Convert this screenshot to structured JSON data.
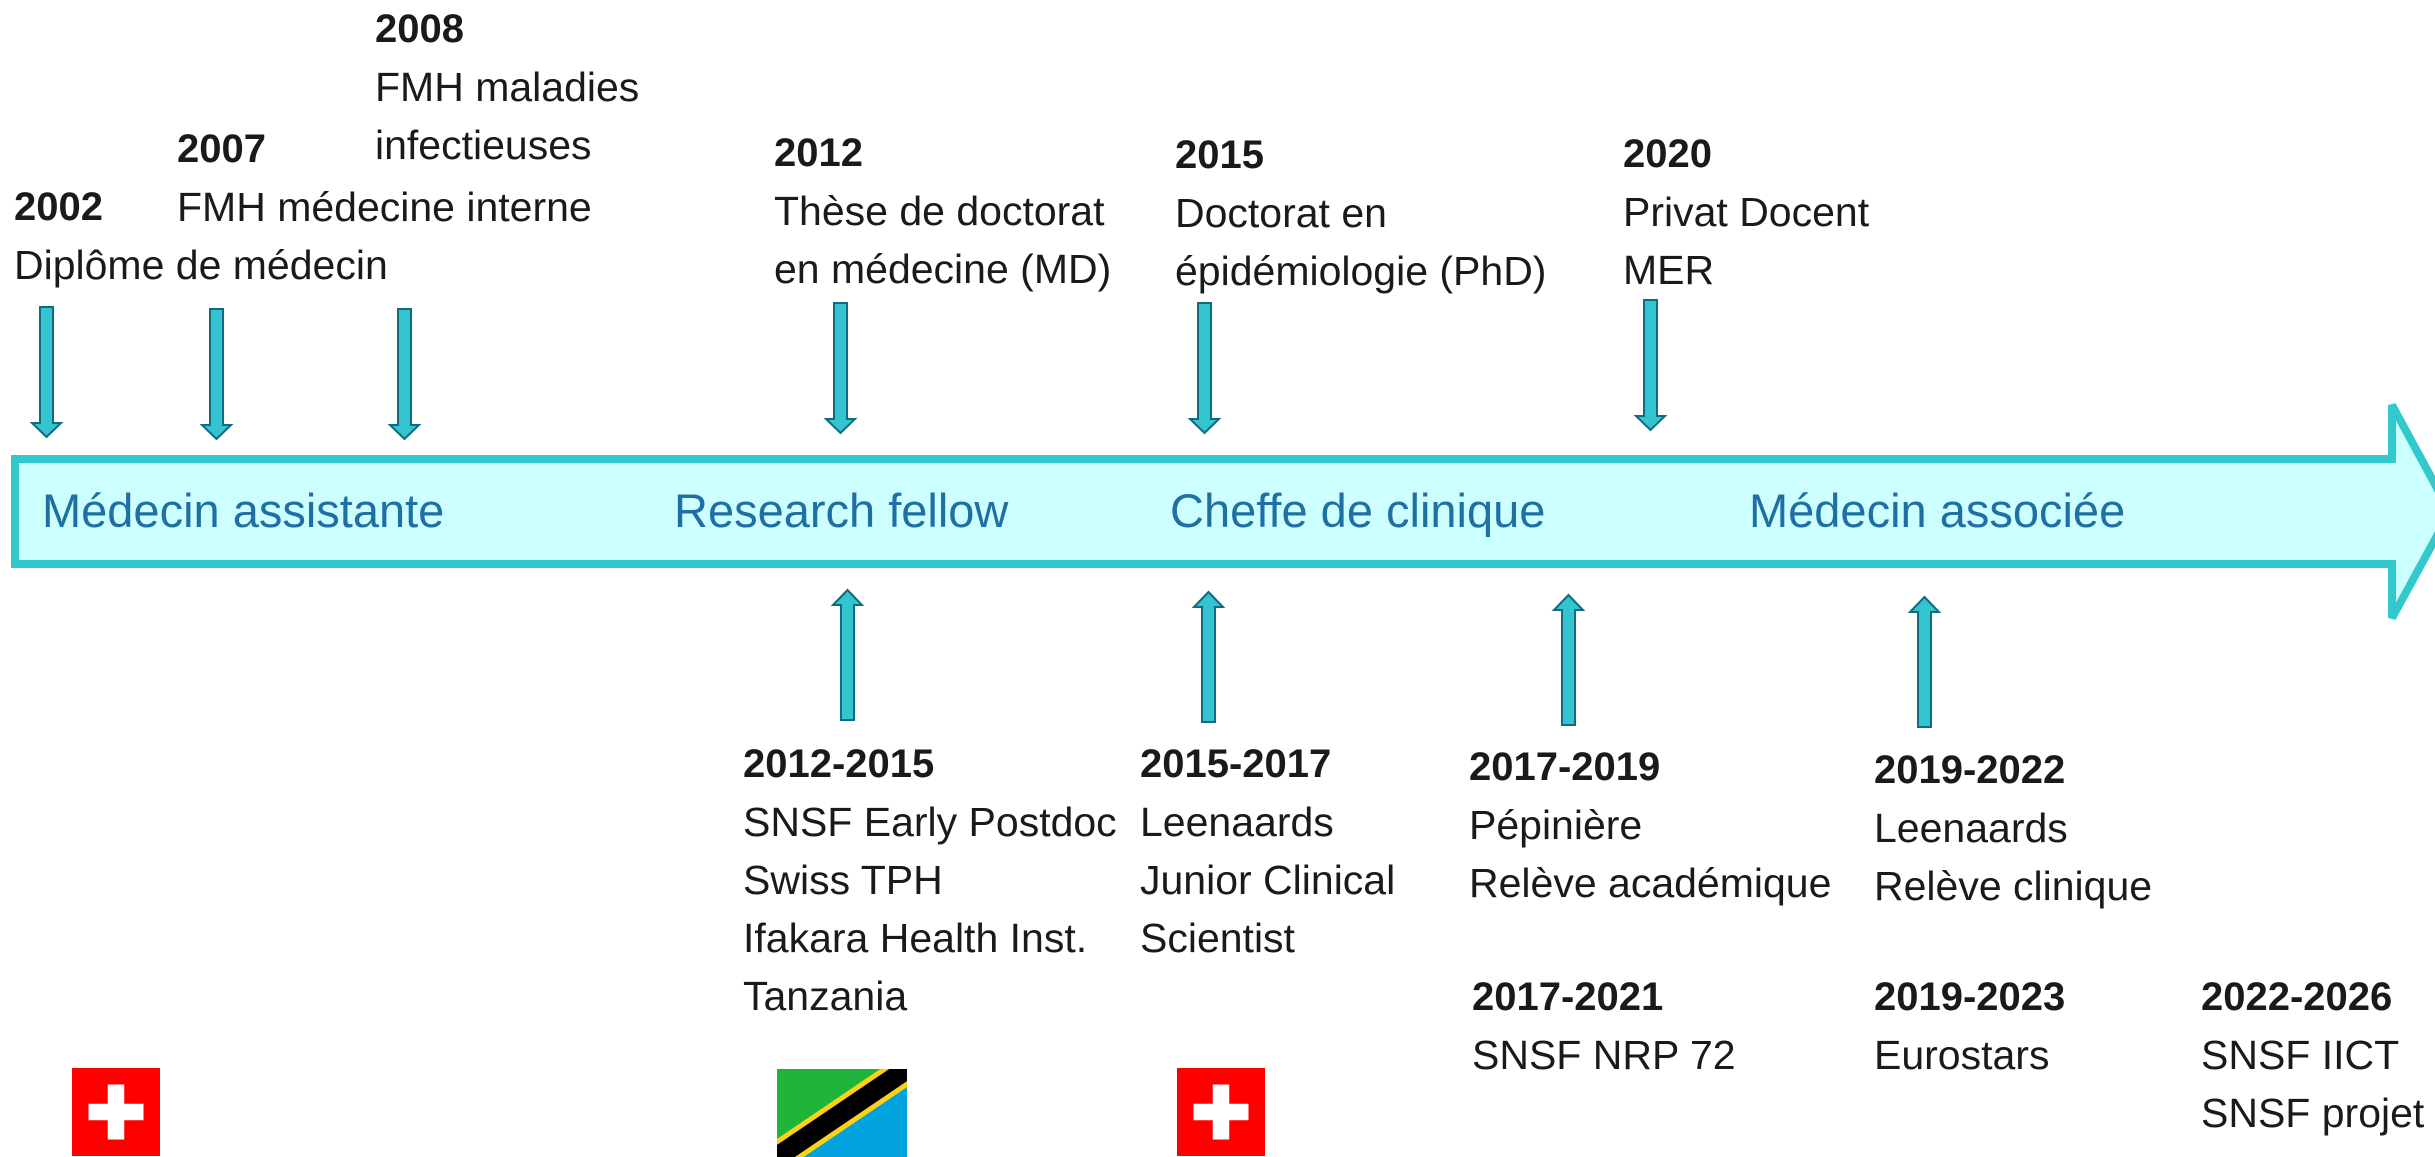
{
  "colors": {
    "band_fill": "#ccffff",
    "band_stroke": "#33c9cc",
    "arrow_fill": "#33c4d0",
    "arrow_stroke": "#0f6b80",
    "phase_text": "#1f6fa5",
    "swiss_red": "#ff0000"
  },
  "phases": [
    {
      "label": "Médecin assistante"
    },
    {
      "label": "Research fellow"
    },
    {
      "label": "Cheffe de clinique"
    },
    {
      "label": "Médecin associée"
    }
  ],
  "milestones_top": [
    {
      "year": "2002",
      "lines": [
        "Diplôme de médecin"
      ]
    },
    {
      "year": "2007",
      "lines": [
        "FMH médecine interne"
      ]
    },
    {
      "year": "2008",
      "lines": [
        "FMH maladies",
        "infectieuses"
      ]
    },
    {
      "year": "2012",
      "lines": [
        "Thèse de doctorat",
        "en médecine (MD)"
      ]
    },
    {
      "year": "2015",
      "lines": [
        "Doctorat en",
        "épidémiologie (PhD)"
      ]
    },
    {
      "year": "2020",
      "lines": [
        "Privat Docent",
        "MER"
      ]
    }
  ],
  "funding_bottom": [
    {
      "years": "2012-2015",
      "lines": [
        "SNSF Early Postdoc",
        "Swiss TPH",
        "Ifakara Health Inst.",
        "Tanzania"
      ]
    },
    {
      "years": "2015-2017",
      "lines": [
        "Leenaards",
        "Junior Clinical",
        "Scientist"
      ]
    },
    {
      "years": "2017-2019",
      "lines": [
        "Pépinière",
        "Relève académique"
      ]
    },
    {
      "years": "2019-2022",
      "lines": [
        "Leenaards",
        "Relève clinique"
      ]
    }
  ],
  "grants_bottom": [
    {
      "years": "2017-2021",
      "lines": [
        "SNSF NRP 72"
      ]
    },
    {
      "years": "2019-2023",
      "lines": [
        "Eurostars"
      ]
    },
    {
      "years": "2022-2026",
      "lines": [
        "SNSF IICT",
        "SNSF projet"
      ]
    }
  ],
  "flags": [
    {
      "country": "Switzerland",
      "icon": "swiss-flag-icon"
    },
    {
      "country": "Tanzania",
      "icon": "tanzania-flag-icon"
    },
    {
      "country": "Switzerland",
      "icon": "swiss-flag-icon"
    }
  ]
}
